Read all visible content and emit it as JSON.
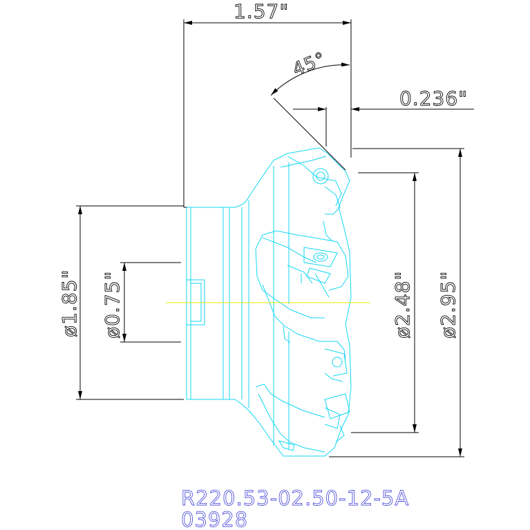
{
  "dimensions": {
    "length": "1.57\"",
    "angle": "45°",
    "offset": "0.236\"",
    "dia_shank": "ø1.85\"",
    "dia_bore": "ø0.75\"",
    "dia_mid": "ø2.48\"",
    "dia_outer": "ø2.95\""
  },
  "part": {
    "number": "R220.53-02.50-12-5A",
    "code": "03928"
  },
  "colors": {
    "dimension": "#000000",
    "geometry": "#12d7f2",
    "centerline": "#e8e800",
    "part_text": "#5555dd"
  }
}
